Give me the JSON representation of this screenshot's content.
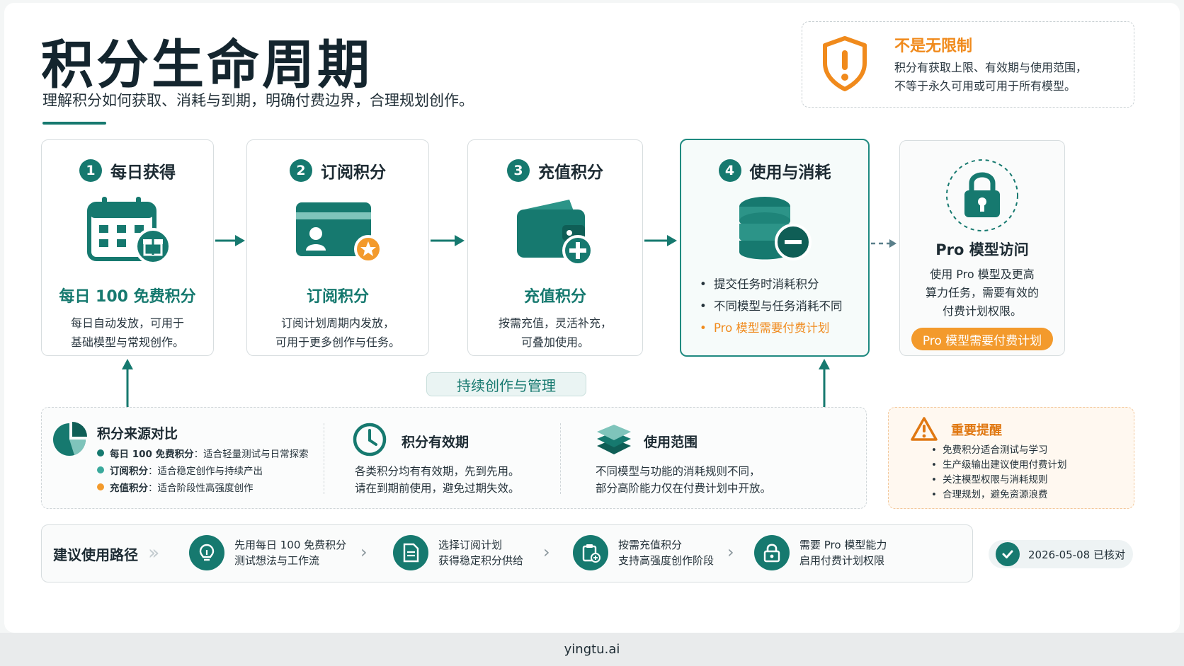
{
  "header": {
    "title": "积分生命周期",
    "subtitle": "理解积分如何获取、消耗与到期，明确付费边界，合理规划创作。"
  },
  "notice": {
    "title": "不是无限制",
    "line1": "积分有获取上限、有效期与使用范围，",
    "line2": "不等于永久可用或可用于所有模型。"
  },
  "steps": [
    {
      "num": "1",
      "title": "每日获得",
      "sub": "每日 100 免费积分",
      "desc1": "每日自动发放，可用于",
      "desc2": "基础模型与常规创作。"
    },
    {
      "num": "2",
      "title": "订阅积分",
      "sub": "订阅积分",
      "desc1": "订阅计划周期内发放，",
      "desc2": "可用于更多创作与任务。"
    },
    {
      "num": "3",
      "title": "充值积分",
      "sub": "充值积分",
      "desc1": "按需充值，灵活补充，",
      "desc2": "可叠加使用。"
    },
    {
      "num": "4",
      "title": "使用与消耗",
      "bullets": [
        "提交任务时消耗积分",
        "不同模型与任务消耗不同",
        "Pro 模型需要付费计划"
      ]
    }
  ],
  "pro": {
    "title": "Pro 模型访问",
    "desc1": "使用 Pro 模型及更高",
    "desc2": "算力任务，需要有效的",
    "desc3": "付费计划权限。",
    "badge": "Pro 模型需要付费计划"
  },
  "loop_label": "持续创作与管理",
  "info": {
    "sources": {
      "title": "积分来源对比",
      "rows": [
        {
          "name": "每日 100 免费积分",
          "sep": "：",
          "desc": "适合轻量测试与日常探索",
          "color": "#16796f"
        },
        {
          "name": "订阅积分",
          "sep": "：",
          "desc": "适合稳定创作与持续产出",
          "color": "#3aa99c"
        },
        {
          "name": "充值积分",
          "sep": "：",
          "desc": "适合阶段性高强度创作",
          "color": "#f39a2c"
        }
      ]
    },
    "validity": {
      "title": "积分有效期",
      "line1": "各类积分均有有效期，先到先用。",
      "line2": "请在到期前使用，避免过期失效。"
    },
    "scope": {
      "title": "使用范围",
      "line1": "不同模型与功能的消耗规则不同，",
      "line2": "部分高阶能力仅在付费计划中开放。"
    }
  },
  "reminder": {
    "title": "重要提醒",
    "items": [
      "免费积分适合测试与学习",
      "生产级输出建议使用付费计划",
      "关注模型权限与消耗规则",
      "合理规划，避免资源浪费"
    ]
  },
  "path": {
    "title": "建议使用路径",
    "steps": [
      {
        "line1": "先用每日 100 免费积分",
        "line2": "测试想法与工作流",
        "icon": "lightbulb-icon"
      },
      {
        "line1": "选择订阅计划",
        "line2": "获得稳定积分供给",
        "icon": "document-icon"
      },
      {
        "line1": "按需充值积分",
        "line2": "支持高强度创作阶段",
        "icon": "clipboard-plus-icon"
      },
      {
        "line1": "需要 Pro 模型能力",
        "line2": "启用付费计划权限",
        "icon": "lock-icon"
      }
    ]
  },
  "verify": {
    "text": "2026-05-08 已核对"
  },
  "footer": {
    "text": "yingtu.ai"
  },
  "colors": {
    "teal": "#16796f",
    "orange": "#f08a1c"
  }
}
